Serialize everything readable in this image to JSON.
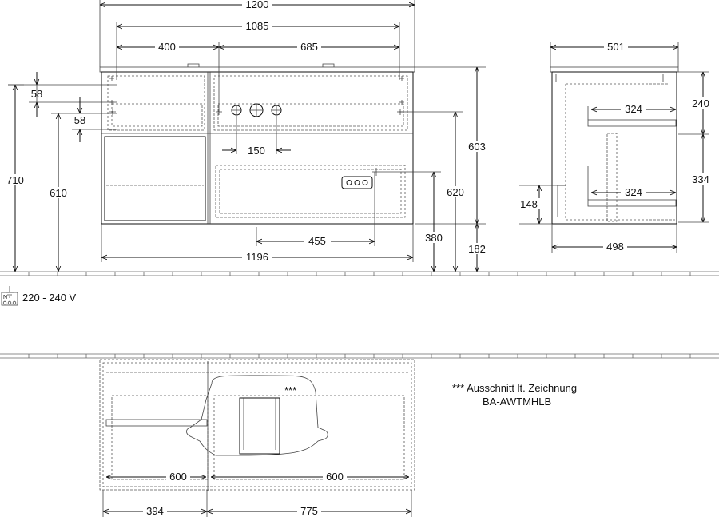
{
  "front": {
    "dims": {
      "width_total": "1200",
      "width_inner": "1085",
      "left_section": "400",
      "right_section": "685",
      "top_offset_1": "58",
      "top_offset_2": "58",
      "tap_spacing": "150",
      "height_710": "710",
      "height_610": "610",
      "height_603": "603",
      "height_620": "620",
      "height_380": "380",
      "height_182": "182",
      "width_455": "455",
      "width_1196": "1196"
    },
    "power_label": "220 - 240 V"
  },
  "side": {
    "dims": {
      "depth_top": "501",
      "depth_bottom": "498",
      "shelf_upper": "324",
      "shelf_lower": "324",
      "height_240": "240",
      "height_334": "334",
      "height_148": "148"
    }
  },
  "plan": {
    "dims": {
      "drawer_left": "600",
      "drawer_right": "600",
      "left_width": "394",
      "right_width": "775"
    },
    "cutout_marker": "***",
    "note_line1": "*** Ausschnitt lt. Zeichnung",
    "note_line2": "BA-AWTMHLB"
  }
}
